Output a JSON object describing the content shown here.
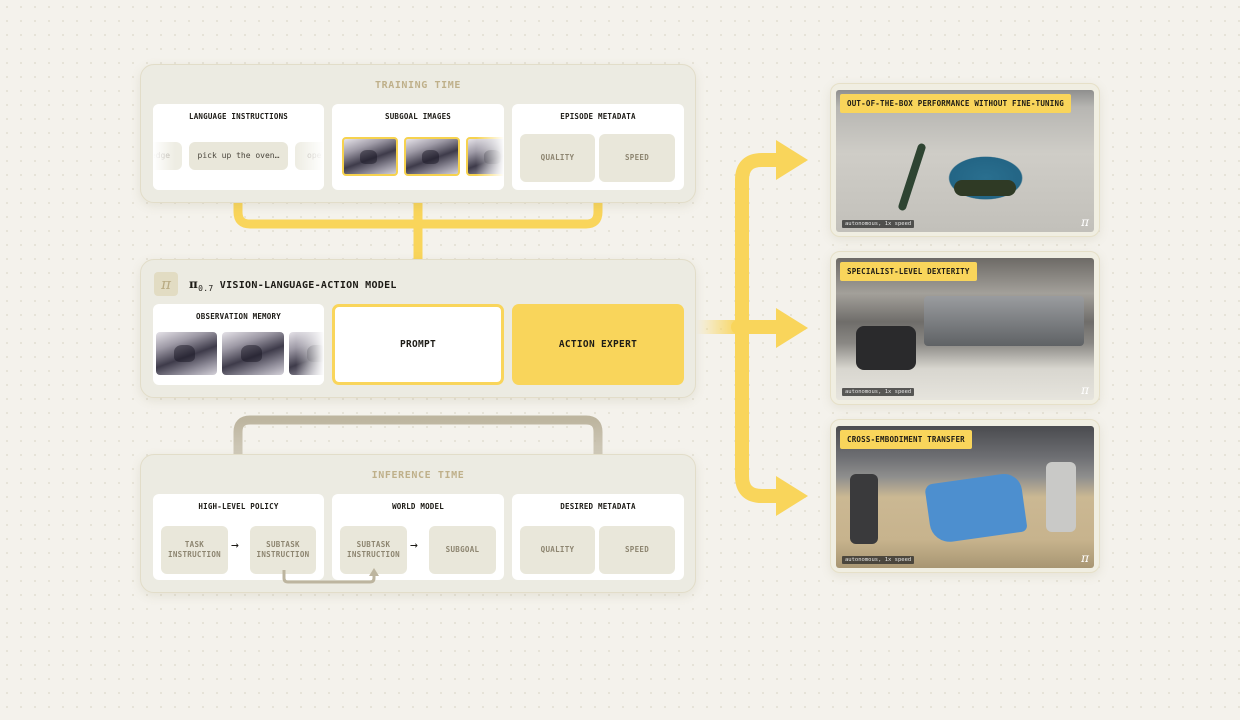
{
  "training": {
    "title": "TRAINING TIME",
    "language": {
      "title": "LANGUAGE INSTRUCTIONS",
      "items": [
        "edge",
        "pick up the oven…",
        "ope"
      ]
    },
    "subgoal": {
      "title": "SUBGOAL IMAGES"
    },
    "episode": {
      "title": "EPISODE METADATA",
      "quality": "QUALITY",
      "speed": "SPEED"
    }
  },
  "model": {
    "icon": "pi-logo-icon",
    "symbol": "π",
    "title_symbol": "π",
    "title_sub": "0.7",
    "title_text": " VISION-LANGUAGE-ACTION MODEL",
    "memory_title": "OBSERVATION MEMORY",
    "prompt": "PROMPT",
    "action_expert": "ACTION EXPERT"
  },
  "inference": {
    "title": "INFERENCE TIME",
    "policy": {
      "title": "HIGH-LEVEL POLICY",
      "task": "TASK INSTRUCTION",
      "subtask": "SUBTASK INSTRUCTION"
    },
    "world": {
      "title": "WORLD MODEL",
      "subtask": "SUBTASK INSTRUCTION",
      "subgoal": "SUBGOAL"
    },
    "desired": {
      "title": "DESIRED METADATA",
      "quality": "QUALITY",
      "speed": "SPEED"
    }
  },
  "results": [
    {
      "label": "OUT-OF-THE-BOX PERFORMANCE WITHOUT FINE-TUNING",
      "speed": "autonomous, 1x speed"
    },
    {
      "label": "SPECIALIST-LEVEL DEXTERITY",
      "speed": "autonomous, 1x speed"
    },
    {
      "label": "CROSS-EMBODIMENT TRANSFER",
      "speed": "autonomous, 1x speed"
    }
  ],
  "colors": {
    "accent": "#f9d55b",
    "arrow_gray": "#bdb59f",
    "panel": "#ecebe2"
  }
}
